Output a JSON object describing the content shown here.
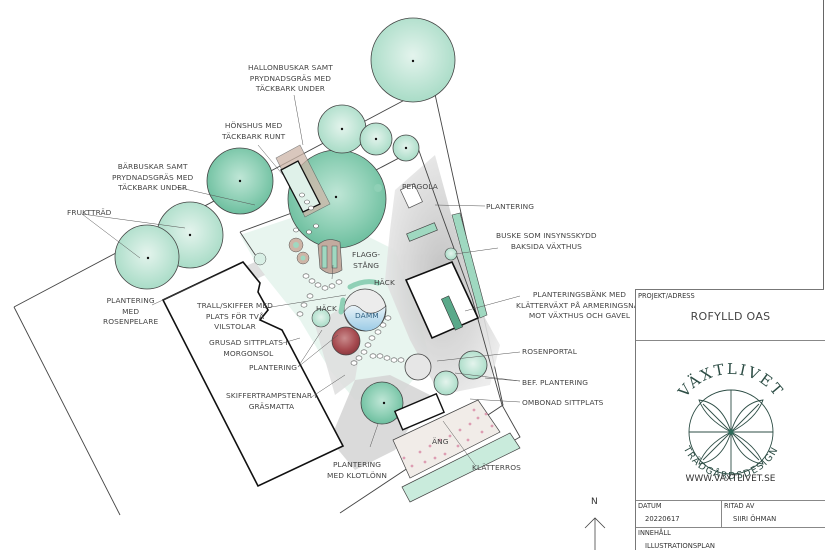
{
  "drawing": {
    "type": "illustration-plan",
    "north_label": "N",
    "labels": {
      "hallonbuskar": "HALLONBUSKAR SAMT\nPRYDNADSGRÄS MED\nTÄCKBARK UNDER",
      "honshus": "HÖNSHUS MED\nTÄCKBARK RUNT",
      "barbuskar": "BÄRBUSKAR SAMT\nPRYDNADSGRÄS MED\nTÄCKBARK UNDER",
      "fruktrad": "FRUKTTRÄD",
      "plantering_rosenpelare": "PLANTERING\nMED\nROSENPELARE",
      "trall": "TRALL/SKIFFER MED\nPLATS FÖR TVÅ\nVILSTOLAR",
      "grusad": "GRUSAD SITTPLATS I\nMORGONSOL",
      "plantering_left": "PLANTERING",
      "skiffertrampstenar": "SKIFFERTRAMPSTENAR I\nGRÄSMATTA",
      "plantering_klotlonn": "PLANTERING\nMED KLOTLÖNN",
      "pergola": "PERGOLA",
      "plantering_right": "PLANTERING",
      "buske": "BUSKE SOM INSYNSSKYDD\nBAKSIDA VÄXTHUS",
      "flaggstang": "FLAGG-\nSTÅNG",
      "hack_1": "HÄCK",
      "hack_2": "HÄCK",
      "damm": "DAMM",
      "planteringsbank": "PLANTERINGSBÄNK MED\nKLÄTTERVÄXT PÅ ARMERINGSNÄT\nMOT VÄXTHUS OCH GAVEL",
      "rosenportal": "ROSENPORTAL",
      "bef_plantering": "BEF. PLANTERING",
      "ombonad": "OMBONAD SITTPLATS",
      "ang": "ÄNG",
      "klatterros": "KLÄTTERROS"
    },
    "colors": {
      "tree_green": "#8fd0b6",
      "tree_green_dark": "#5fb497",
      "bark_brown": "#9c7c6c",
      "gravel_gray": "#cfcfcf",
      "pond_blue": "#a9d3ea",
      "rose_red": "#a64a4f",
      "meadow_pink": "#d98aa5",
      "line": "#333333"
    }
  },
  "title_block": {
    "project_label": "PROJEKT/ADRESS",
    "project_name": "ROFYLLD OAS",
    "logo_top_text": "VÄXTLIVET",
    "logo_bottom_text": "TRÄDGÅRDSDESIGN",
    "website": "WWW.VAXTLIVET.SE",
    "date_label": "DATUM",
    "date_value": "20220617",
    "drawn_by_label": "RITAD AV",
    "drawn_by_value": "SIIRI ÖHMAN",
    "content_label": "INNEHÅLL",
    "content_value": "ILLUSTRATIONSPLAN"
  }
}
